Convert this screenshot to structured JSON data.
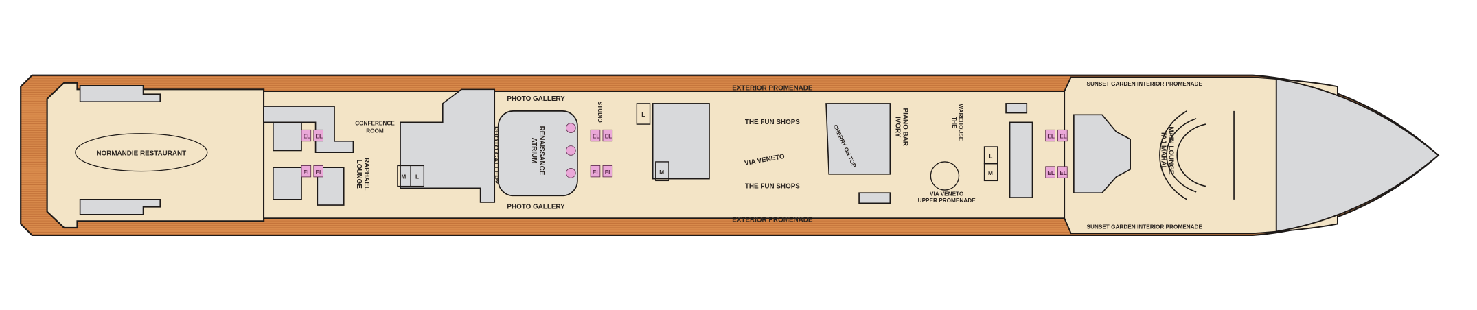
{
  "colors": {
    "deck_wood": "#d98b4c",
    "deck_stripe": "#c4733a",
    "interior": "#f3e4c6",
    "service_area": "#d8d9db",
    "elevator": "#eaa8d8",
    "outline": "#1e1a18"
  },
  "labels": {
    "exterior_promenade_top": "EXTERIOR PROMENADE",
    "exterior_promenade_bottom": "EXTERIOR PROMENADE",
    "normandie": "NORMANDIE RESTAURANT",
    "conference_1": "CONFERENCE",
    "conference_2": "ROOM",
    "raphael_1": "RAPHAEL",
    "raphael_2": "LOUNGE",
    "photo_gallery_top": "PHOTO GALLERY",
    "photo_gallery_bottom": "PHOTO GALLERY",
    "photo_gallery_side": "PHOTO GALLERY",
    "renaissance_1": "RENAISSANCE",
    "renaissance_2": "ATRIUM",
    "studio": "STUDIO",
    "fun_shops_top": "THE FUN SHOPS",
    "fun_shops_bottom": "THE FUN SHOPS",
    "via_veneto": "VIA VENETO",
    "cherry_on_top": "CHERRY ON TOP",
    "ivory_1": "IVORY",
    "ivory_2": "PIANO BAR",
    "warehouse_1": "THE",
    "warehouse_2": "WAREHOUSE",
    "via_veneto_upper_1": "VIA VENETO",
    "via_veneto_upper_2": "UPPER PROMENADE",
    "sunset_top": "SUNSET GARDEN INTERIOR PROMENADE",
    "sunset_bottom": "SUNSET GARDEN INTERIOR PROMENADE",
    "taj_1": "TAJ MAHAL",
    "taj_2": "MAIN LOUNGE"
  },
  "elevator_label": "EL",
  "restroom_labels": {
    "ladies": "L",
    "men": "M"
  }
}
